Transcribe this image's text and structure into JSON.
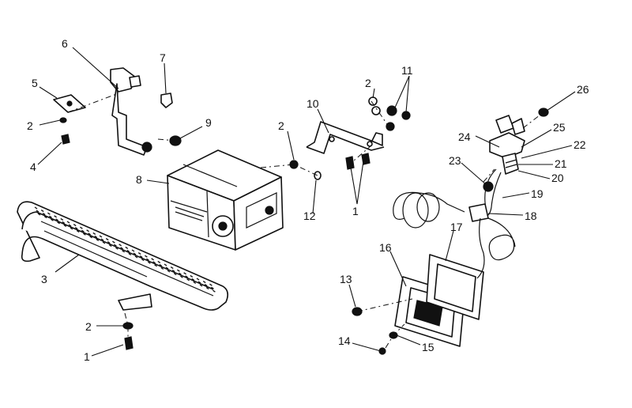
{
  "callouts": {
    "c1a": "1",
    "c1b": "1",
    "c2a": "2",
    "c2b": "2",
    "c2c": "2",
    "c2d": "2",
    "c3": "3",
    "c4": "4",
    "c5": "5",
    "c6": "6",
    "c7": "7",
    "c8": "8",
    "c9": "9",
    "c10": "10",
    "c11": "11",
    "c12": "12",
    "c13": "13",
    "c14": "14",
    "c15": "15",
    "c16": "16",
    "c17": "17",
    "c18": "18",
    "c19": "19",
    "c20": "20",
    "c21": "21",
    "c22": "22",
    "c23": "23",
    "c24": "24",
    "c25": "25",
    "c26": "26"
  }
}
